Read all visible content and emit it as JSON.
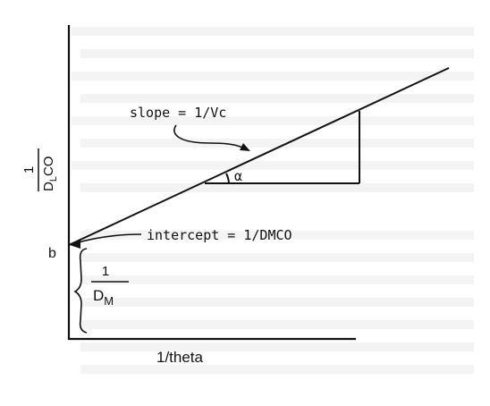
{
  "diagram": {
    "slope_label": "slope = 1/Vc",
    "angle_label": "α",
    "intercept_label": "intercept = 1/DMCO",
    "b_label": "b",
    "y_axis_label": {
      "numerator": "1",
      "denominator": "D",
      "subscript": "L",
      "suffix": "CO"
    },
    "dm_fraction": {
      "numerator": "1",
      "denominator": "D",
      "subscript": "M"
    },
    "x_axis_label": "1/theta"
  },
  "colors": {
    "ink": "#111111",
    "background_text": "#eeeeee"
  }
}
